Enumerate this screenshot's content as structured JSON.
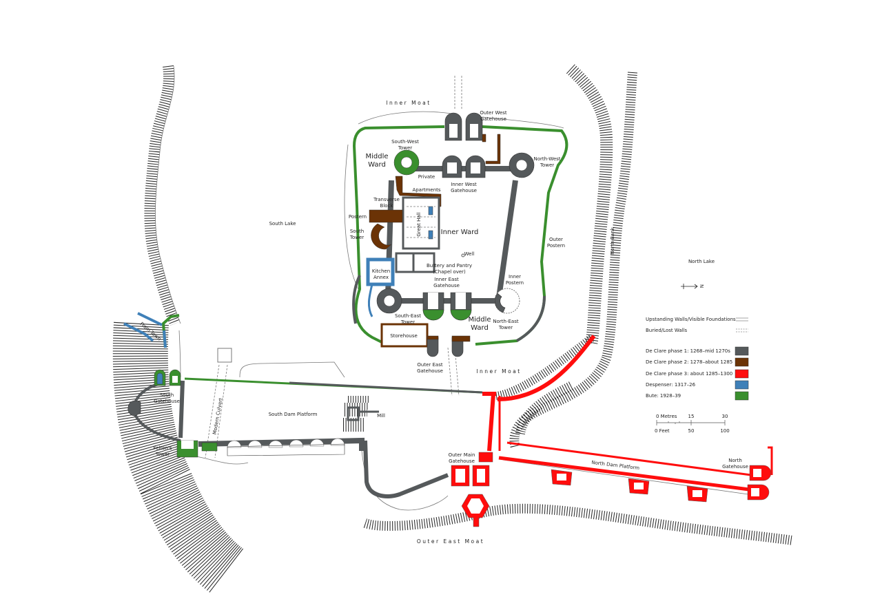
{
  "title": "Caerphilly Castle plan",
  "labels": {
    "inner_moat_top": "Inner Moat",
    "outer_west_gatehouse_1": "Outer West",
    "outer_west_gatehouse_2": "Gatehouse",
    "south_west_tower_1": "South-West",
    "south_west_tower_2": "Tower",
    "middle_ward_w_1": "Middle",
    "middle_ward_w_2": "Ward",
    "north_west_tower_1": "North-West",
    "north_west_tower_2": "Tower",
    "private": "Private",
    "apartments": "Apartments",
    "inner_west_gatehouse_1": "Inner West",
    "inner_west_gatehouse_2": "Gatehouse",
    "transverse_1": "Transverse",
    "transverse_2": "Block",
    "postern": "Postern",
    "south_tower_1": "South",
    "south_tower_2": "Tower",
    "great_hall": "Great Hall",
    "inner_ward": "Inner Ward",
    "south_lake": "South Lake",
    "well": "Well",
    "buttery_1": "Buttery and Pantry",
    "buttery_2": "(Chapel over)",
    "kitchen_1": "Kitchen",
    "kitchen_2": "Annex",
    "inner_east_gatehouse_1": "Inner East",
    "inner_east_gatehouse_2": "Gatehouse",
    "inner_postern_1": "Inner",
    "inner_postern_2": "Postern",
    "outer_postern_1": "Outer",
    "outer_postern_2": "Postern",
    "north_bank": "North Bank",
    "north_lake": "North Lake",
    "south_east_tower_1": "South-East",
    "south_east_tower_2": "Tower",
    "middle_ward_e_1": "Middle",
    "middle_ward_e_2": "Ward",
    "north_east_tower_1": "North-East",
    "north_east_tower_2": "Tower",
    "storehouse": "Storehouse",
    "outer_east_gatehouse_1": "Outer East",
    "outer_east_gatehouse_2": "Gatehouse",
    "inner_moat_bottom": "Inner Moat",
    "from_town": "From Town",
    "south_gatehouse_1": "South",
    "south_gatehouse_2": "Gatehouse",
    "modern_culvert": "Modern Culvert",
    "south_dam_platform": "South Dam Platform",
    "mill": "Mill",
    "feltons_tower_1": "Felton's",
    "feltons_tower_2": "Tower",
    "outer_main_gatehouse_1": "Outer Main",
    "outer_main_gatehouse_2": "Gatehouse",
    "north_dam_platform": "North Dam Platform",
    "north_gatehouse_1": "North",
    "north_gatehouse_2": "Gatehouse",
    "outer_east_moat": "Outer East Moat",
    "compass": "N"
  },
  "legend": {
    "upstanding": "Upstanding Walls/Visible Foundations",
    "buried": "Buried/Lost Walls",
    "phases": [
      {
        "label": "De Clare phase 1: 1268–mid 1270s",
        "color": "#55595b"
      },
      {
        "label": "De Clare phase 2: 1278–about 1285",
        "color": "#6b3306"
      },
      {
        "label": "De Clare phase 3: about 1285–1300",
        "color": "#ff0d0d"
      },
      {
        "label": "Despenser: 1317–26",
        "color": "#3f80b8"
      },
      {
        "label": "Bute: 1928–39",
        "color": "#3a8f2e"
      }
    ]
  },
  "scale": {
    "metres_label": "0 Metres",
    "metres_mid": "15",
    "metres_end": "30",
    "feet_label": "0 Feet",
    "feet_mid": "50",
    "feet_end": "100"
  }
}
